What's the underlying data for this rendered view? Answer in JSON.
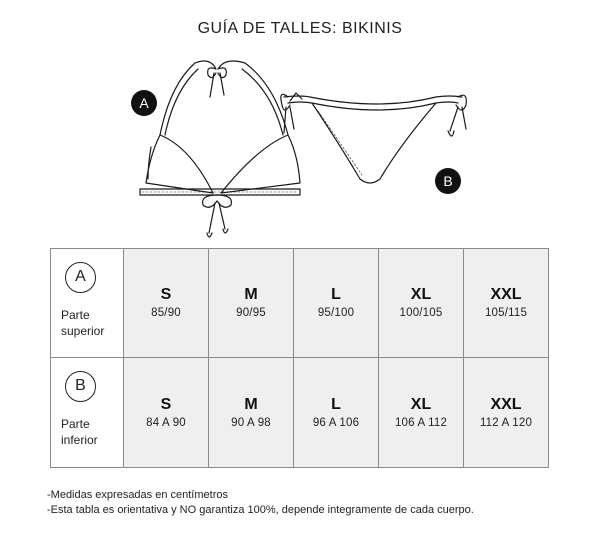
{
  "title": "GUÍA DE TALLES: BIKINIS",
  "illustration": {
    "badge_a": "A",
    "badge_b": "B"
  },
  "table": {
    "rows": [
      {
        "badge": "A",
        "part": "Parte superior",
        "sizes": [
          {
            "size": "S",
            "measure": "85/90"
          },
          {
            "size": "M",
            "measure": "90/95"
          },
          {
            "size": "L",
            "measure": "95/100"
          },
          {
            "size": "XL",
            "measure": "100/105"
          },
          {
            "size": "XXL",
            "measure": "105/115"
          }
        ]
      },
      {
        "badge": "B",
        "part": "Parte inferior",
        "sizes": [
          {
            "size": "S",
            "measure": "84 A 90"
          },
          {
            "size": "M",
            "measure": "90 A 98"
          },
          {
            "size": "L",
            "measure": "96 A 106"
          },
          {
            "size": "XL",
            "measure": "106 A 112"
          },
          {
            "size": "XXL",
            "measure": "112 A 120"
          }
        ]
      }
    ]
  },
  "notes": [
    "-Medidas expresadas en centímetros",
    "-Esta tabla es orientativa y NO garantiza 100%, depende integramente de cada cuerpo."
  ]
}
